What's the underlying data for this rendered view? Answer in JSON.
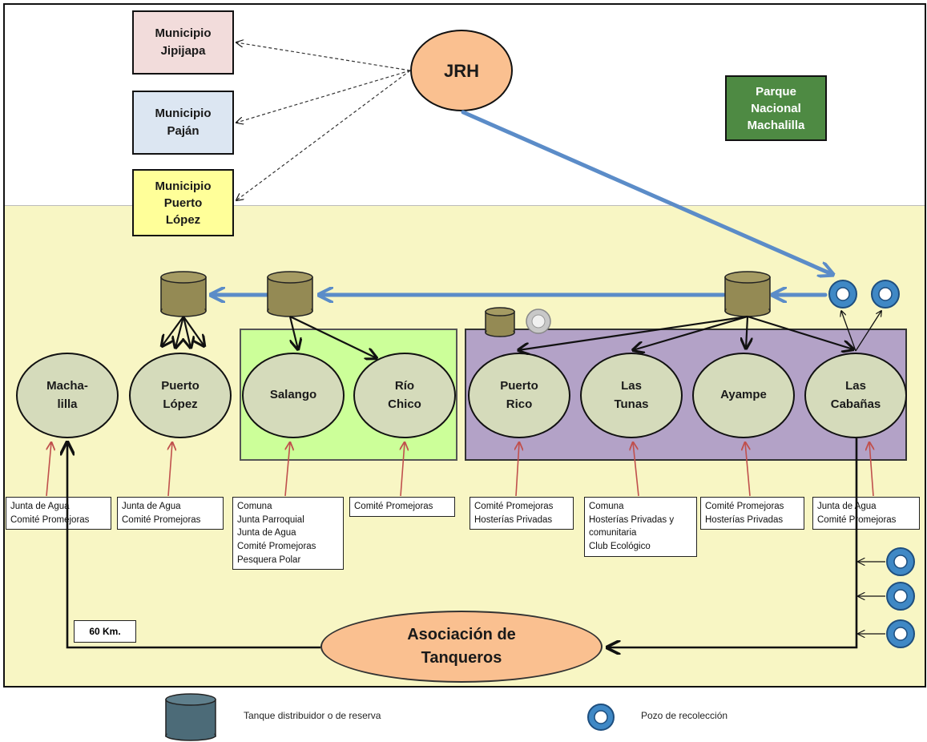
{
  "municipios": [
    {
      "lines": [
        "Municipio",
        "Jipijapa"
      ],
      "color": "#f2dcdb"
    },
    {
      "lines": [
        "Municipio",
        "Paján"
      ],
      "color": "#dce6f2"
    },
    {
      "lines": [
        "Municipio",
        "Puerto",
        "López"
      ],
      "color": "#ffff99"
    }
  ],
  "jrh": "JRH",
  "parque": [
    "Parque",
    "Nacional",
    "Machalilla"
  ],
  "communities": [
    {
      "lines": [
        "Macha-",
        "lilla"
      ]
    },
    {
      "lines": [
        "Puerto",
        "López"
      ]
    },
    {
      "lines": [
        "Salango"
      ]
    },
    {
      "lines": [
        "Río",
        "Chico"
      ]
    },
    {
      "lines": [
        "Puerto",
        "Rico"
      ]
    },
    {
      "lines": [
        "Las",
        "Tunas"
      ]
    },
    {
      "lines": [
        "Ayampe"
      ]
    },
    {
      "lines": [
        "Las",
        "Cabañas"
      ]
    }
  ],
  "notes": [
    {
      "lines": [
        "Junta de Agua",
        "Comité Promejoras"
      ]
    },
    {
      "lines": [
        "Junta de Agua",
        "Comité Promejoras"
      ]
    },
    {
      "lines": [
        "Comuna",
        "Junta Parroquial",
        "Junta de Agua",
        "Comité Promejoras",
        "Pesquera Polar"
      ]
    },
    {
      "lines": [
        "Comité Promejoras"
      ]
    },
    {
      "lines": [
        "Comité Promejoras",
        "Hosterías Privadas"
      ]
    },
    {
      "lines": [
        "Comuna",
        "Hosterías Privadas y",
        "comunitaria",
        "Club Ecológico"
      ]
    },
    {
      "lines": [
        "Comité Promejoras",
        "Hosterías Privadas"
      ]
    },
    {
      "lines": [
        "Junta de Agua",
        "Comité Promejoras"
      ]
    }
  ],
  "distance": "60 Km.",
  "asociacion": [
    "Asociación de",
    "Tanqueros"
  ],
  "legend": {
    "tank": "Tanque distribuidor o de reserva",
    "well": "Pozo de recolección"
  },
  "colors": {
    "zone_bg": "#f8f6c4",
    "green_zone": "#ccff99",
    "purple_zone": "#b3a2c7",
    "community": "#d5dbbb",
    "oval": "#fac090",
    "parque": "#4e8a43",
    "blue_arrow": "#5b8cc8",
    "red_arrow": "#c0504d",
    "tank": "#948a54",
    "well": "#3f88c5"
  }
}
